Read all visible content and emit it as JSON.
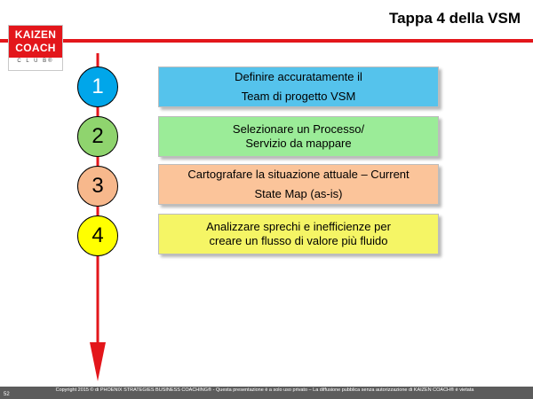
{
  "slide": {
    "title": "Tappa 4 della VSM"
  },
  "logo": {
    "line1": "KAIZEN",
    "line2": "COACH",
    "line3": "C L U B®"
  },
  "steps": [
    {
      "number": "1",
      "lines": [
        "Definire accuratamente il",
        "Team di progetto VSM"
      ],
      "circle_color": "#00a6ea",
      "box_color": "#55c3ec"
    },
    {
      "number": "2",
      "lines": [
        "Selezionare un Processo/",
        "Servizio da mappare"
      ],
      "circle_color": "#8fd46e",
      "box_color": "#9bec98"
    },
    {
      "number": "3",
      "lines": [
        "Cartografare la situazione attuale – Current",
        "State Map (as-is)"
      ],
      "circle_color": "#f7b88c",
      "box_color": "#fbc49a"
    },
    {
      "number": "4",
      "lines": [
        "Analizzare sprechi e inefficienze per",
        "creare un flusso di valore più fluido"
      ],
      "circle_color": "#ffff00",
      "box_color": "#f5f565"
    }
  ],
  "colors": {
    "accent_red": "#e3161b",
    "footer_bg": "#5c5c5c"
  },
  "footer": {
    "copyright": "Copyright 2015 © di PHOENIX STRATEGIES BUSINESS COACHING® - Questa presentazione è a solo uso privato – La diffusione pubblica senza autorizzazione di KAIZEN COACH® è vietata",
    "page_number": "52"
  }
}
